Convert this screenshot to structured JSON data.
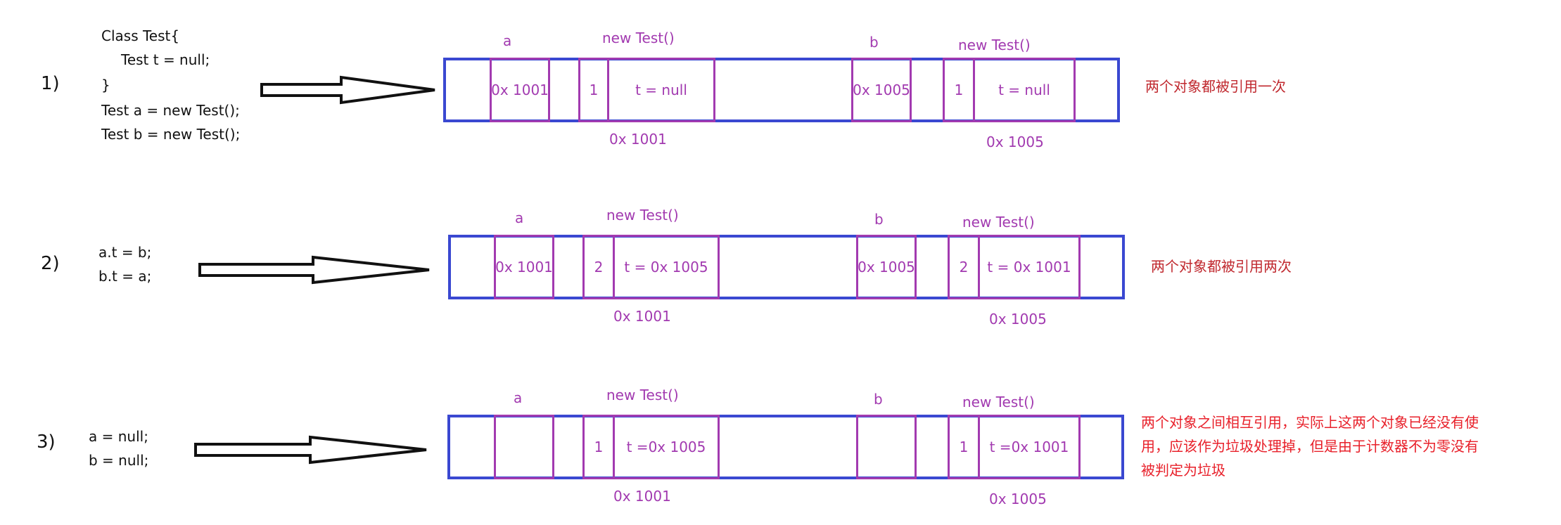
{
  "rows": [
    {
      "number": "1)",
      "code": [
        "Class Test{",
        "    Test t = null;",
        "}",
        "Test a = new Test();",
        "Test b = new Test();"
      ],
      "a_label": "a",
      "a_value": "0x 1001",
      "obj1_label": "new Test()",
      "obj1_count": "1",
      "obj1_field": "t = null",
      "obj1_addr": "0x 1001",
      "b_label": "b",
      "b_value": "0x 1005",
      "obj2_label": "new Test()",
      "obj2_count": "1",
      "obj2_field": "t = null",
      "obj2_addr": "0x 1005",
      "note": [
        "两个对象都被引用一次"
      ]
    },
    {
      "number": "2)",
      "code": [
        "a.t = b;",
        "b.t = a;"
      ],
      "a_label": "a",
      "a_value": "0x 1001",
      "obj1_label": "new Test()",
      "obj1_count": "2",
      "obj1_field": "t = 0x 1005",
      "obj1_addr": "0x 1001",
      "b_label": "b",
      "b_value": "0x 1005",
      "obj2_label": "new Test()",
      "obj2_count": "2",
      "obj2_field": "t = 0x 1001",
      "obj2_addr": "0x 1005",
      "note": [
        "两个对象都被引用两次"
      ]
    },
    {
      "number": "3)",
      "code": [
        "a = null;",
        "b = null;"
      ],
      "a_label": "a",
      "a_value": "",
      "obj1_label": "new Test()",
      "obj1_count": "1",
      "obj1_field": "t =0x 1005",
      "obj1_addr": "0x 1001",
      "b_label": "b",
      "b_value": "",
      "obj2_label": "new Test()",
      "obj2_count": "1",
      "obj2_field": "t =0x 1001",
      "obj2_addr": "0x 1005",
      "note": [
        "两个对象之间相互引用，实际上这两个对象已经没有使",
        "用，应该作为垃圾处理掉，但是由于计数器不为零没有",
        "被判定为垃圾"
      ]
    }
  ],
  "colors": {
    "memory_border": "#3a48d1",
    "cell_border": "#a23ab0",
    "note_text": "#c0282e",
    "note_text_emphasis": "#e8202a"
  }
}
